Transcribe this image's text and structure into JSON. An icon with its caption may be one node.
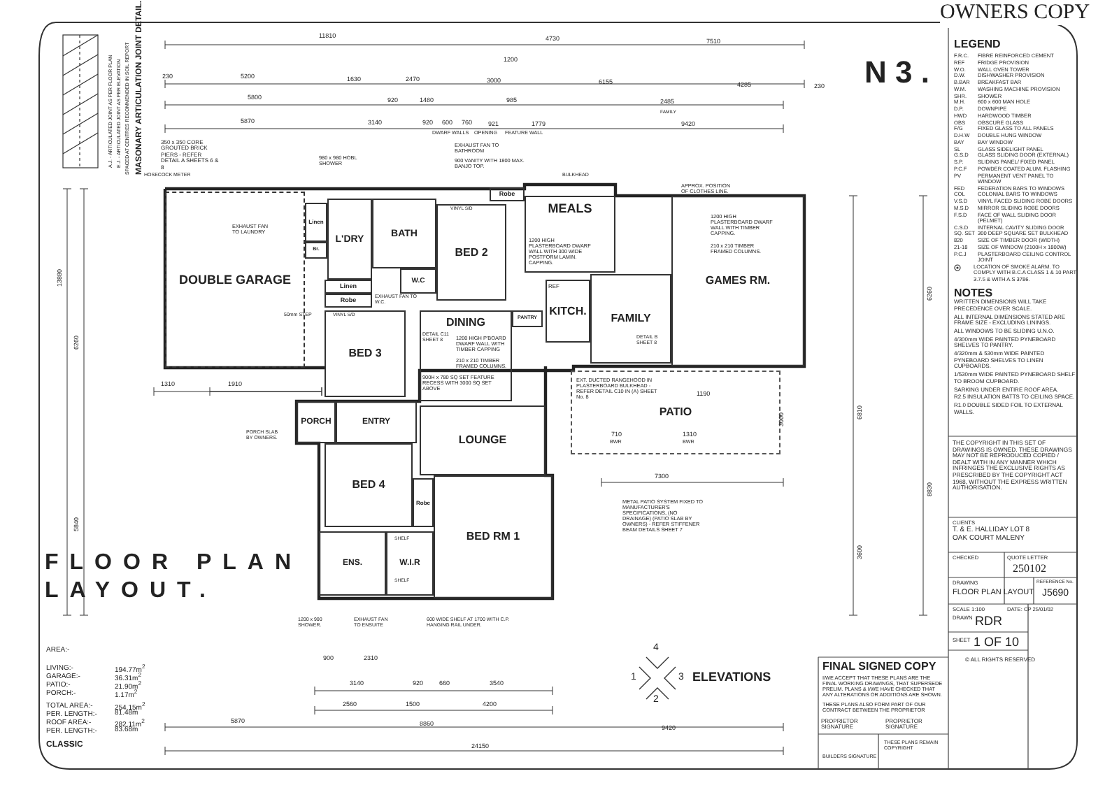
{
  "diagram": {
    "title": "FLOOR PLAN LAYOUT.",
    "nodes": [
      {
        "text": [
          "DOUBLE GARAGE"
        ]
      },
      {
        "text": [
          "Linen"
        ]
      },
      {
        "text": [
          "Br."
        ]
      },
      {
        "text": [
          "L'DRY"
        ]
      },
      {
        "text": [
          "BATH"
        ]
      },
      {
        "text": [
          "W.C"
        ]
      },
      {
        "text": [
          "BED 2"
        ]
      },
      {
        "text": [
          "Robe"
        ]
      },
      {
        "text": [
          "MEALS"
        ]
      },
      {
        "text": [
          "KITCH."
        ]
      },
      {
        "text": [
          "PANTRY"
        ]
      },
      {
        "text": [
          "FAMILY"
        ]
      },
      {
        "text": [
          "GAMES RM."
        ]
      },
      {
        "text": [
          "Linen"
        ]
      },
      {
        "text": [
          "Robe"
        ]
      },
      {
        "text": [
          "BED 3"
        ]
      },
      {
        "text": [
          "DINING"
        ]
      },
      {
        "text": [
          "PORCH"
        ]
      },
      {
        "text": [
          "ENTRY"
        ]
      },
      {
        "text": [
          "LOUNGE"
        ]
      },
      {
        "text": [
          "BED 4"
        ]
      },
      {
        "text": [
          "Robe"
        ]
      },
      {
        "text": [
          "ENS."
        ]
      },
      {
        "text": [
          "W.I.R"
        ]
      },
      {
        "text": [
          "BED RM 1"
        ]
      },
      {
        "text": [
          "PATIO"
        ]
      }
    ],
    "labels": [
      "OWNERS COPY",
      "N 3 .",
      "LEGEND",
      "F.R.C.",
      "FIBRE REINFORCED CEMENT",
      "REF",
      "FRIDGE PROVISION",
      "W.O.",
      "WALL OVEN TOWER",
      "D.W.",
      "DISHWASHER PROVISION",
      "B.BAR",
      "BREAKFAST BAR",
      "W.M.",
      "WASHING MACHINE PROVISION",
      "SHR.",
      "SHOWER",
      "M.H.",
      "600 x 600 MAN HOLE",
      "D.P.",
      "DOWNPIPE",
      "HWD",
      "HARDWOOD TIMBER",
      "OBS",
      "OBSCURE GLASS",
      "F/G",
      "FIXED GLASS TO ALL PANELS",
      "D.H.W",
      "DOUBLE HUNG WINDOW",
      "BAY",
      "BAY WINDOW",
      "SL",
      "GLASS SIDELIGHT PANEL",
      "G.S.D",
      "GLASS SLIDING DOOR (EXTERNAL)",
      "S.P.",
      "SLIDING PANEL/ FIXED PANEL",
      "P.C.F",
      "POWDER COATED ALUM. FLASHING",
      "PV",
      "PERMANENT VENT PANEL TO WINDOW",
      "FED",
      "FEDERATION BARS TO WINDOWS",
      "COL",
      "COLONIAL BARS TO WINDOWS",
      "V.S.D",
      "VINYL FACED SLIDING ROBE DOORS",
      "M.S.D",
      "MIRROR SLIDING ROBE DOORS",
      "F.S.D",
      "FACE OF WALL SLIDING DOOR (PELMET)",
      "C.S.D",
      "INTERNAL CAVITY SLIDING DOOR",
      "SQ. SET",
      "300 DEEP SQUARE SET BULKHEAD",
      "820",
      "SIZE OF TIMBER DOOR (WIDTH)",
      "21-18",
      "SIZE OF WINDOW (2100H x 1800W)",
      "P.C.J",
      "PLASTERBOARD CEILING CONTROL JOINT",
      "LOCATION OF SMOKE ALARM. TO COMPLY WITH B.C.A CLASS 1 & 10 PART 3.7.5 & WITH A.S 3786.",
      "NOTES",
      "WRITTEN DIMENSIONS WILL TAKE PRECEDENCE OVER SCALE.",
      "ALL INTERNAL DIMENSIONS STATED ARE FRAME SIZE - EXCLUDING LININGS.",
      "ALL WINDOWS TO BE SLIDING U.N.O.",
      "4/300mm WIDE PAINTED PYNEBOARD SHELVES TO PANTRY.",
      "4/320mm & 530mm WIDE PAINTED PYNEBOARD SHELVES TO LINEN CUPBOARDS.",
      "1/530mm WIDE PAINTED PYNEBOARD SHELF TO BROOM CUPBOARD.",
      "SARKING UNDER ENTIRE ROOF AREA.",
      "R2.5 INSULATION BATTS TO CEILING SPACE.",
      "R1.0 DOUBLE SIDED FOIL TO EXTERNAL WALLS.",
      "THE COPYRIGHT IN THIS SET OF DRAWINGS IS OWNED. THESE DRAWINGS MAY NOT BE REPRODUCED COPIED / DEALT WITH IN ANY MANNER WHICH INFRINGES THE EXCLUSIVE RIGHTS AS PRESCRIBED BY THE COPYRIGHT ACT 1968, WITHOUT THE EXPRESS WRITTEN AUTHORISATION.",
      "CLIENTS",
      "T. & E. HALLIDAY LOT 8 OAK COURT MALENY",
      "CHECKED",
      "QUOTE LETTER",
      "250102",
      "DRAWING",
      "FLOOR PLAN LAYOUT",
      "REFERENCE No.",
      "J5690",
      "SCALE 1:100",
      "DATE: CP 25/01/02",
      "DRAWN",
      "RDR",
      "SHEET",
      "1 OF 10",
      "© ALL RIGHTS RESERVED",
      "FINAL SIGNED COPY",
      "I/WE ACCEPT THAT THESE PLANS ARE THE FINAL WORKING DRAWINGS, THAT SUPERSEDE PRELIM. PLANS & I/WE HAVE CHECKED THAT ANY ALTERATIONS OR ADDITIONS ARE SHOWN.",
      "THESE PLANS ALSO FORM PART OF OUR CONTRACT BETWEEN THE PROPRIETOR",
      "PROPRIETOR SIGNATURE",
      "PROPRIETOR SIGNATURE",
      "BUILDERS SIGNATURE",
      "THESE PLANS REMAIN COPYRIGHT",
      "ELEVATIONS",
      "4",
      "1",
      "3",
      "2",
      "AREA:-",
      "LIVING:-",
      "194.77m$^{2}$",
      "GARAGE:-",
      "36.31m$^{2}$",
      "PATIO:-",
      "21.90m$^{2}$",
      "PORCH:-",
      "1.17m$^{2}$",
      "TOTAL AREA:-",
      "254.15m$^{2}$",
      "PER. LENGTH:-",
      "81.48m",
      "ROOF AREA:-",
      "282.11m$^{2}$",
      "PER. LENGTH:-",
      "83.68m",
      "CLASSIC",
      "MASONARY ARTICULATION JOINT DETAIL.",
      "A.J. - ARTICULATED JOINT AS PER FLOOR PLAN",
      "E.J. - ARTICULATED JOINT AS PER ELEVATION",
      "SPACED AT CENTRES RECOMMENDED IN SOIL REPORT",
      "350 x 350 CORE GROUTED BRICK PIERS - REFER DETAIL A SHEETS 6 & 8",
      "HOSECOCK METER",
      "980 x 980 HOBL SHOWER",
      "EXHAUST FAN TO BATHROOM",
      "900 VANITY WITH 1800 MAX. BANJO TOP.",
      "EXHAUST FAN TO LAUNDRY",
      "APPROX. POSITION OF CLOTHES LINE.",
      "1200 HIGH PLASTERBOARD DWARF WALL WITH 300 WIDE POSTFORM LAMIN. CAPPING.",
      "1200 HIGH PLASTERBOARD DWARF WALL WITH TIMBER CAPPING.",
      "210 x 210 TIMBER FRAMED COLUMNS.",
      "EXHAUST FAN TO W.C.",
      "50mm STEP",
      "DETAIL C11 SHEET 8",
      "1200 HIGH P'BOARD DWARF WALL WITH TIMBER CAPPING",
      "210 x 210 TIMBER FRAMED COLUMNS.",
      "900H x 780 SQ SET FEATURE RECESS WITH 3000 SQ SET ABOVE",
      "DETAIL B SHEET 8",
      "EXT. DUCTED RANGEHOOD IN PLASTERBOARD BULKHEAD - REFER DETAIL C10 IN (A) SHEET No. 8",
      "PORCH SLAB BY OWNERS.",
      "METAL PATIO SYSTEM FIXED TO MANUFACTURER'S SPECIFICATIONS, (NO DRAINAGE) (PATIO SLAB BY OWNERS) - REFER STIFFENER BEAM DETAILS SHEET 7",
      "1200 x 900 SHOWER.",
      "EXHAUST FAN TO ENSUITE",
      "600 WIDE SHELF AT 1700 WITH C.P. HANGING RAIL UNDER.",
      "SHELF",
      "SHELF",
      "BULKHEAD",
      "REF",
      "VINYL S/D",
      "VINYL S/D",
      "11810",
      "4730",
      "7510",
      "230",
      "5200",
      "1630",
      "2470",
      "3000",
      "1200",
      "6155",
      "4285",
      "230",
      "5800",
      "920",
      "1480",
      "985",
      "2485",
      "FAMILY",
      "5870",
      "3140",
      "920",
      "600",
      "760",
      "921",
      "1779",
      "9420",
      "DWARF WALLS",
      "OPENING",
      "FEATURE WALL",
      "13880",
      "6260",
      "5840",
      "1310",
      "1910",
      "1190",
      "7300",
      "3000",
      "710",
      "BWR",
      "1310",
      "BWR",
      "6810",
      "8830",
      "6260",
      "3600",
      "900",
      "2310",
      "3140",
      "920",
      "660",
      "3540",
      "2560",
      "1500",
      "4200",
      "5870",
      "8860",
      "9420",
      "24150"
    ]
  }
}
